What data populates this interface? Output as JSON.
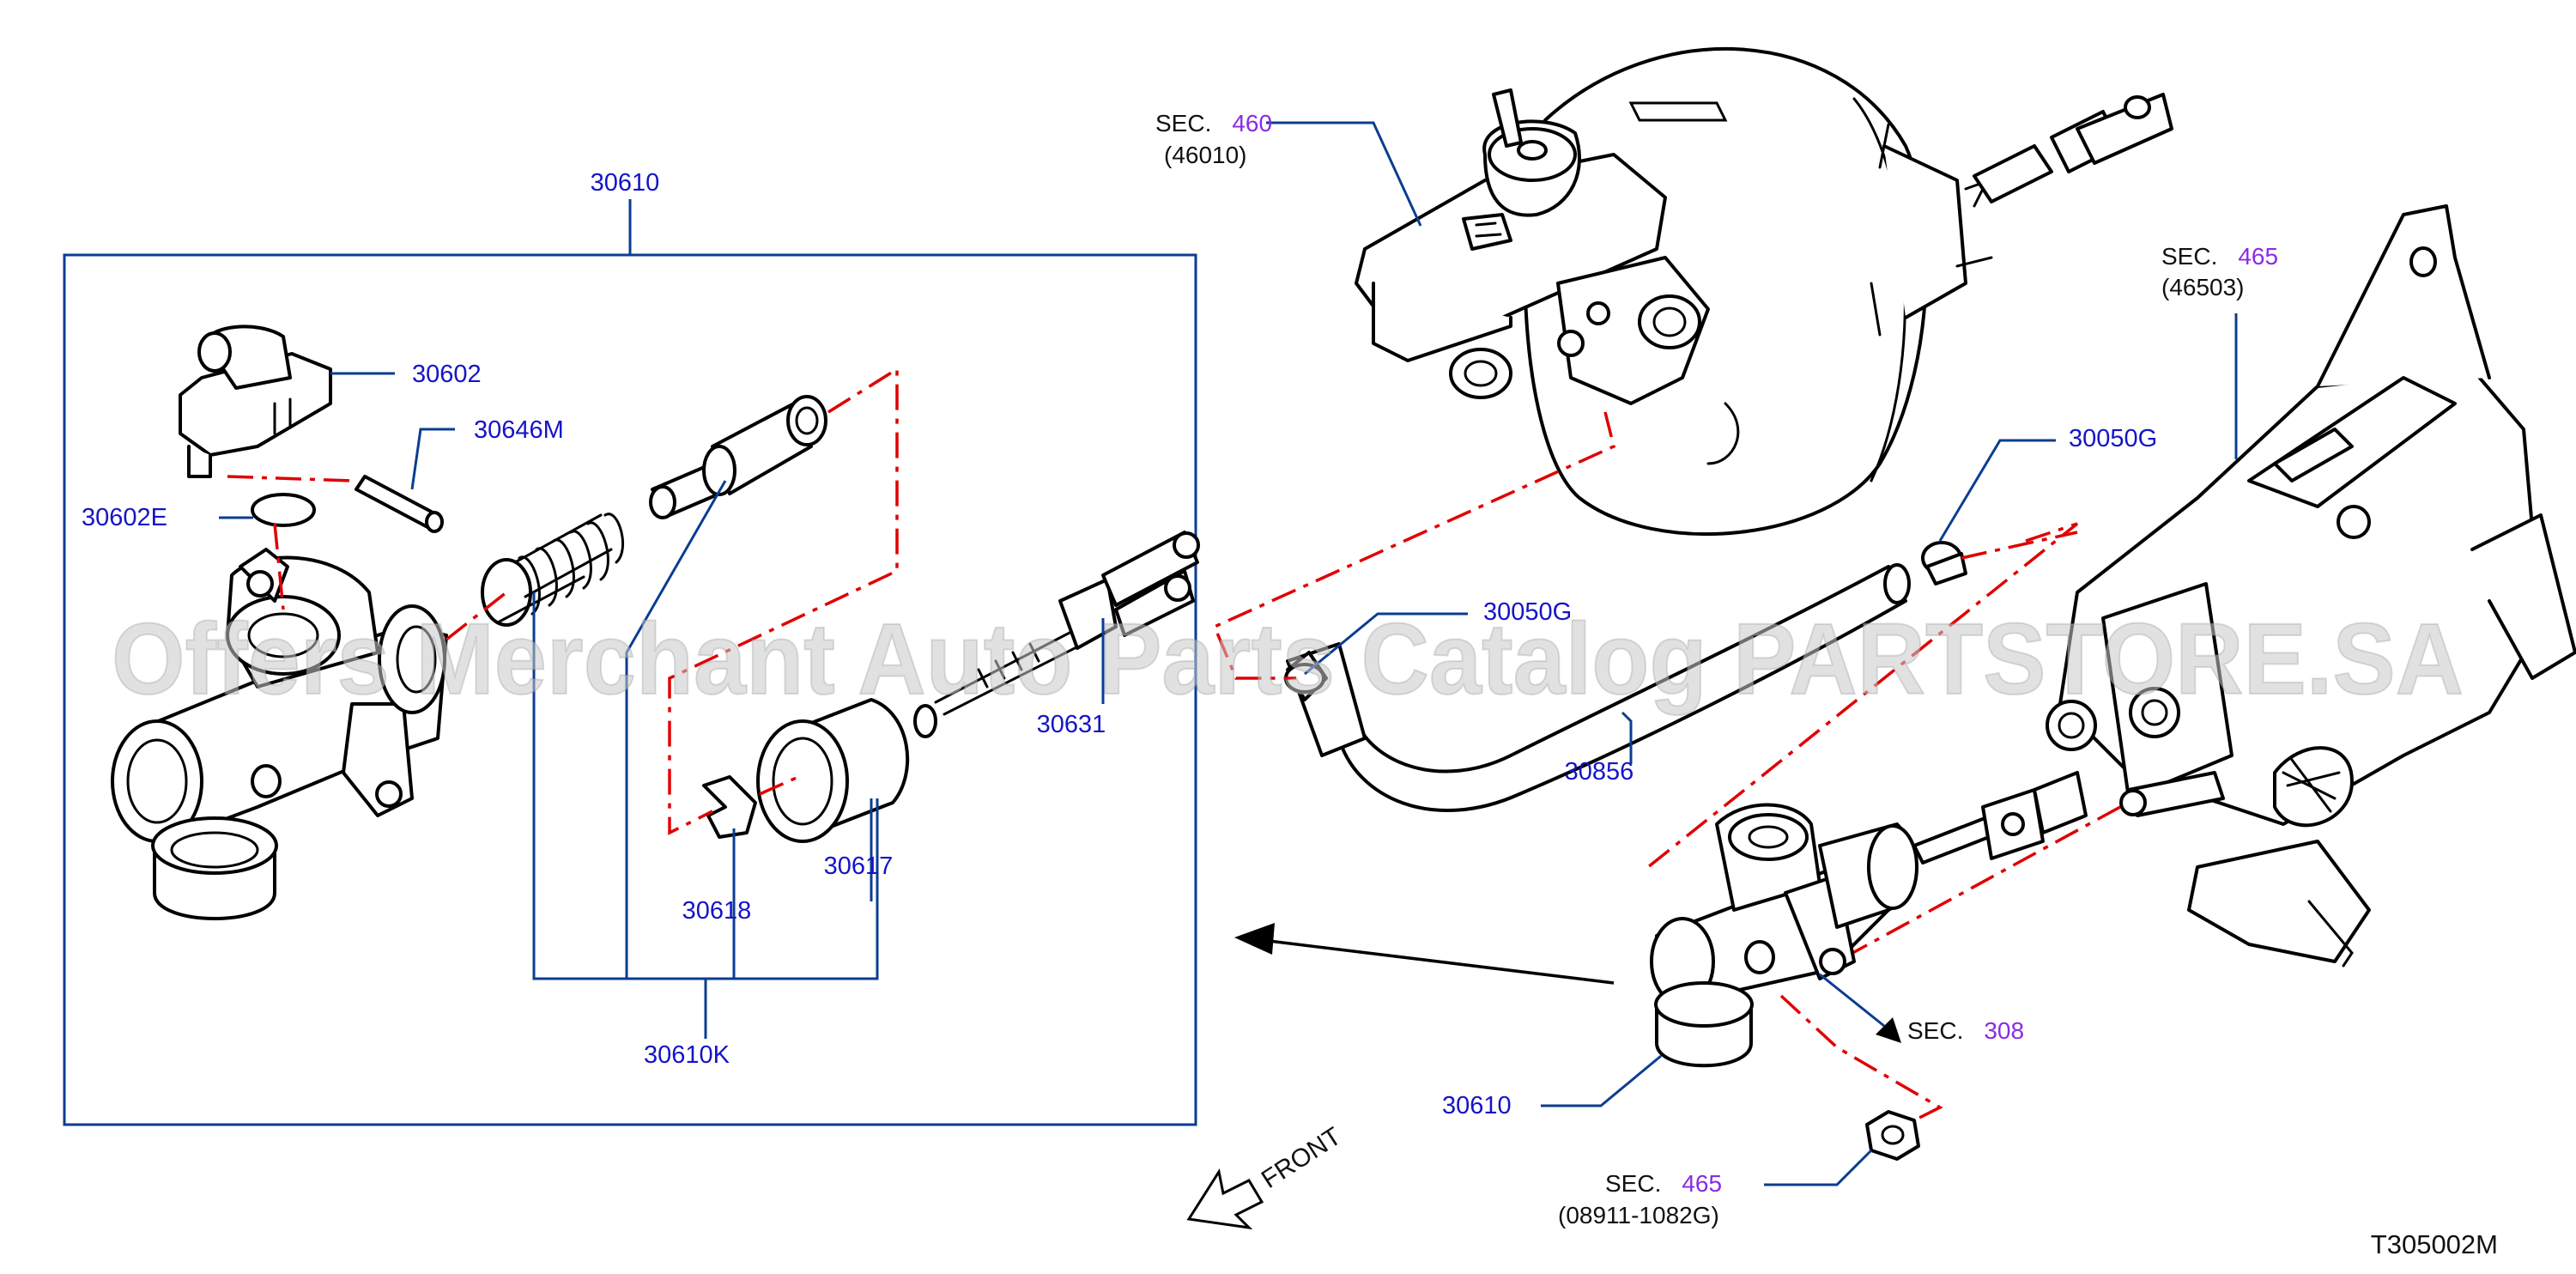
{
  "diagram_code": "T305002M",
  "watermark": "Offers Merchant Auto Parts Catalog PARTSTORE.SA",
  "front_label": "FRONT",
  "part_labels": {
    "assembly_top": "30610",
    "reservoir_cap": "30602",
    "pin": "30646M",
    "o_ring": "30602E",
    "push_rod": "30631",
    "snap_ring": "30618",
    "boot": "30617",
    "repair_kit": "30610K",
    "clamp_lower": "30050G",
    "clamp_upper": "30050G",
    "hose": "30856",
    "assembly_bottom": "30610"
  },
  "section_refs": {
    "booster": {
      "prefix": "SEC.",
      "number": "460",
      "sub": "(46010)"
    },
    "pedal": {
      "prefix": "SEC.",
      "number": "465",
      "sub": "(46503)"
    },
    "operating": {
      "prefix": "SEC.",
      "number": "308"
    },
    "nut": {
      "prefix": "SEC.",
      "number": "465",
      "sub": "(08911-1082G)"
    }
  },
  "colors": {
    "part_label": "#1414c8",
    "section_number": "#8a2be2",
    "leader_line": "#0b3d91",
    "phantom_line": "#e00000"
  }
}
